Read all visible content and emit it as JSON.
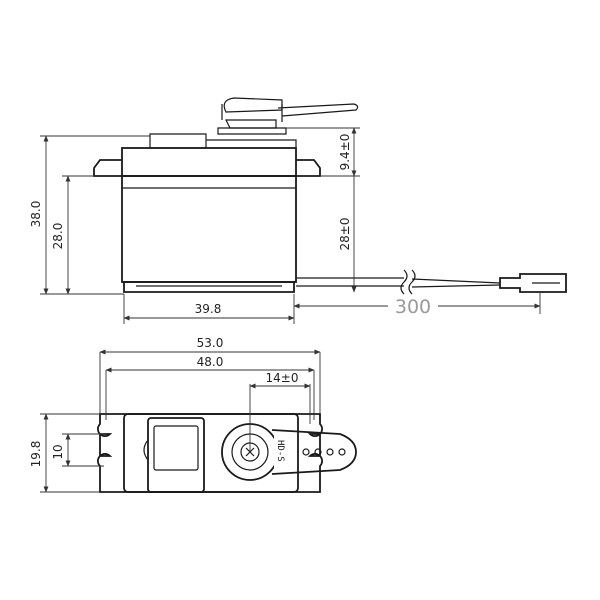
{
  "side_view": {
    "height_total": "38.0",
    "height_case": "28.0",
    "horn_height": "9.4±0",
    "case_height_tol": "28±0",
    "width": "39.8",
    "cable_length": "300"
  },
  "top_view": {
    "width_overall": "53.0",
    "width_mount": "48.0",
    "horn_offset": "14±0",
    "depth": "19.8",
    "hole_spacing": "10",
    "brand_label": "HD-S"
  },
  "colors": {
    "line": "#1a1a1a",
    "dimension": "#333333",
    "cable_label": "#9a9a9a"
  }
}
